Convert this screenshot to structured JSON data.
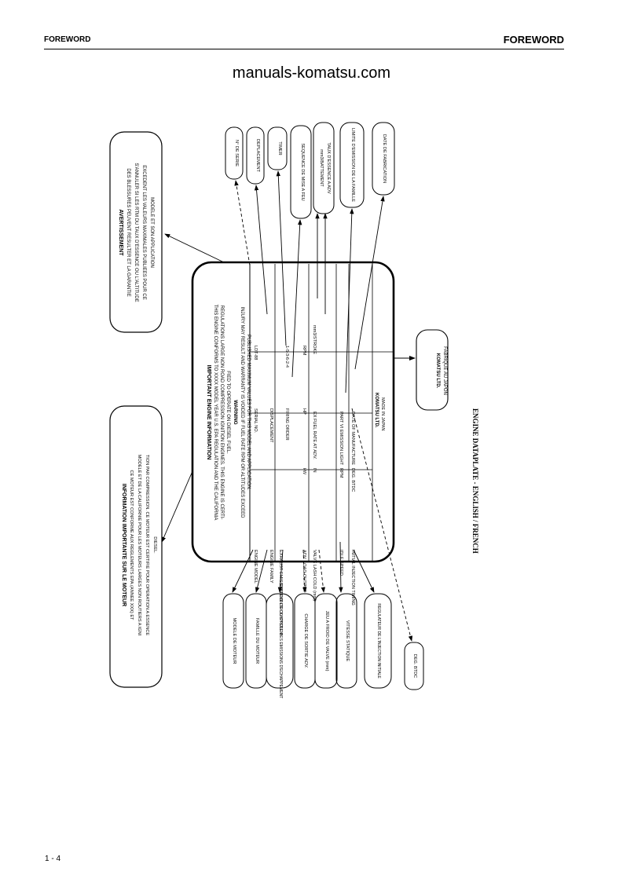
{
  "header": {
    "left": "FOREWORD",
    "right": "FOREWORD"
  },
  "site": "manuals-komatsu.com",
  "page_number": "1 - 4",
  "caption": "ENGINE DATAPLATE - ENGLISH / FRENCH",
  "avertissement": {
    "title": "AVERTISSEMENT",
    "lines": [
      "DES BLESSURES PEUVENT RESULTER ET LA GARANTIE",
      "S'ANNULER SI LES RTM DU TAUX D'ESSENCE OU L'ALTITUDE",
      "EXCEDENT LES VALEURS MAXIMALES PUBLIEES POUR CE",
      "MODELE ET SON APPLICATION"
    ]
  },
  "info_fr": {
    "title": "INFORMATION IMPORTANTE SUR LE MOTEUR",
    "lines": [
      "CE MOTEUR EST CONFORME AUX REGLEMENTS EPA (ANNEE XXX) ET",
      "MODELE ET DE LA CALIFORNIE POUR LES MOTEURS LARGES NON ROUTIERS A IGNI",
      "TION PAR COMPRESSION. CE MOTEUR EST CERTIFIE POUR OPERATION A ESSENCE",
      "DIESEL."
    ]
  },
  "plate": {
    "title": "IMPORTANT ENGINE INFORMATION",
    "intro": [
      "THIS ENGINE CONFORMS TO XXXX MODEL YEAR U.S. EPA REGULATION AND THE CALIFORNIA",
      "REGULATIONS LARGE NON ROAD COMPRESSION IGNITION ENGINES. THIS ENGINE IS CERTI-",
      "FIED TO OPERATE ON DIESEL FUEL."
    ],
    "warning_title": "WARNING",
    "warning_lines": [
      "INJURY MAY RESULT AND WARRANTY IS VOIDED IF FUEL RATE RPM OR ALTITUDES EXCEED",
      "PUBLISHED MAXIMUM VALUES FOR THIS MODEL AND APPLICATION."
    ],
    "rows": [
      {
        "a": "ENGINE MODEL",
        "b": "",
        "c": "SERIAL NO.",
        "d": "LDT-88"
      },
      {
        "a": "ENGINE FAMILY",
        "b": "",
        "c": "DISPLACEMENT",
        "d": ""
      },
      {
        "a": "EXHAUST EMISSION CONTROL SYSTEM",
        "b": "",
        "c": "FIRING ORDER",
        "d": "1-5-3-6-2-4"
      },
      {
        "a": "ADV. LOAD OUTPUT",
        "b": "kW",
        "c": "HP",
        "d": "RPM"
      },
      {
        "a": "VALVE LASH COLD (mm)",
        "b": "IN",
        "c": "EX   FUEL RATE AT ADV.",
        "d": "mm3/STROKE"
      },
      {
        "a": "IDLE SPEED",
        "b": "RPM",
        "c": "PART VI EMISSION LIGHT",
        "d": ""
      },
      {
        "a": "INITIAL INJECTION TIMING",
        "b": "DEG. BTDC",
        "c": "DATE OF MANUFACTURE",
        "d": ""
      }
    ],
    "maker_line1": "KOMATSU LTD.",
    "maker_line2": "MADE IN JAPAN"
  },
  "maker_box": {
    "line1": "KOMATSU LTD.",
    "line2": "FABRIQUE AU JAPON"
  },
  "top_callouts": [
    "N° DE SERIE",
    "DEPLACEMENT",
    "TIMER",
    "SEQUENCE DE MISE A FEU",
    "mm3/BATTEMENT",
    "TAUX D'ESSENCE A ADV",
    "LIMITE D'EMISSION DE LA FAMILLE",
    "DATE DE FABRICATION"
  ],
  "bottom_callouts": [
    "MODELE DE MOTEUR",
    "FAMILLE DU MOTEUR",
    "SYSTEME DE CONTROLE DES EMISSIONS D'ECHAPPEMENT",
    "CHARGE DE SORTIE ADV.",
    "JEU A FROID DE VALVE (mm)",
    "VITESSE STATIQUE",
    "REGULATEUR DE L'INJECTION INITIALE",
    "DEG. BTDC"
  ]
}
